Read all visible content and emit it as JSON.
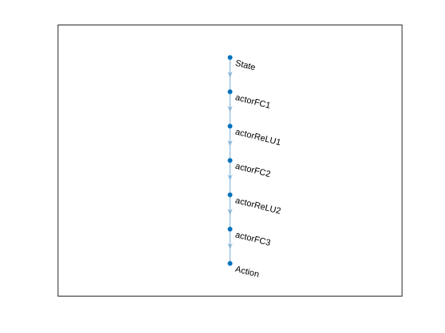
{
  "graph": {
    "nodes": [
      {
        "id": "n1",
        "label": "State"
      },
      {
        "id": "n2",
        "label": "actorFC1"
      },
      {
        "id": "n3",
        "label": "actorReLU1"
      },
      {
        "id": "n4",
        "label": "actorFC2"
      },
      {
        "id": "n5",
        "label": "actorReLU2"
      },
      {
        "id": "n6",
        "label": "actorFC3"
      },
      {
        "id": "n7",
        "label": "Action"
      }
    ],
    "edges": [
      [
        "n1",
        "n2"
      ],
      [
        "n2",
        "n3"
      ],
      [
        "n3",
        "n4"
      ],
      [
        "n4",
        "n5"
      ],
      [
        "n5",
        "n6"
      ],
      [
        "n6",
        "n7"
      ]
    ],
    "colors": {
      "node": "#0072BD",
      "edge": "#8AB8DA",
      "frame": "#262626"
    }
  }
}
